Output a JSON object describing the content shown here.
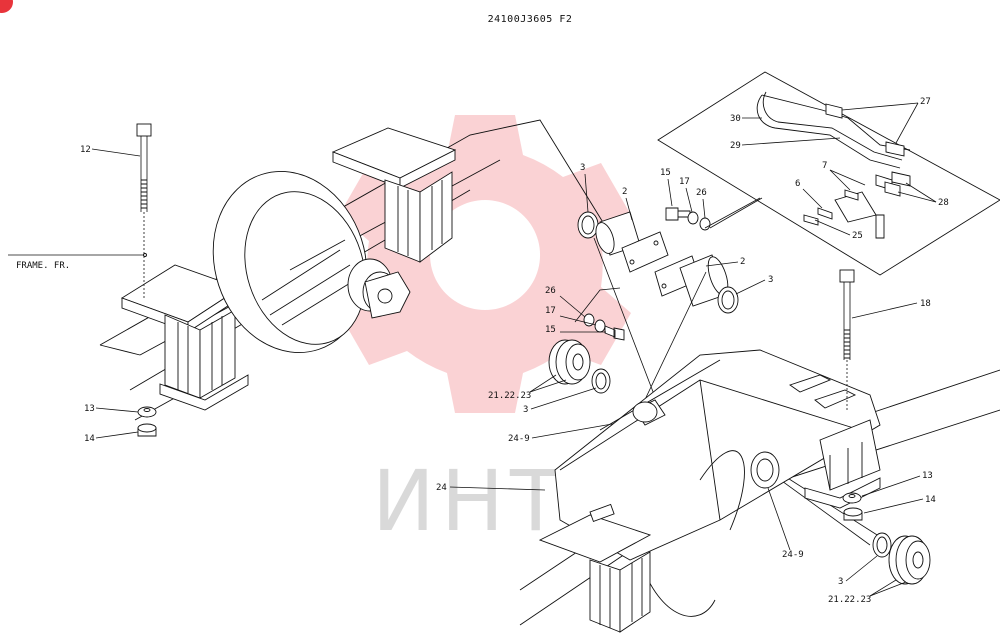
{
  "drawing_number": "24100J3605 F2",
  "watermark_text": "ИНТЕХ",
  "watermark_color": "#e8343b",
  "labels": {
    "frame_fr": "FRAME. FR.",
    "n12": "12",
    "n13_left": "13",
    "n14_left": "14",
    "n3_top": "3",
    "n2_top": "2",
    "n15_top": "15",
    "n17_top": "17",
    "n26_top": "26",
    "n2_mid": "2",
    "n3_mid": "3",
    "n26_mid": "26",
    "n17_mid": "17",
    "n15_mid": "15",
    "n212223_mid": "21.22.23",
    "n3_lower": "3",
    "n24_9_left": "24-9",
    "n24": "24",
    "n24_9_right": "24-9",
    "n30": "30",
    "n29": "29",
    "n27": "27",
    "n7": "7",
    "n6": "6",
    "n28": "28",
    "n25": "25",
    "n18": "18",
    "n13_right": "13",
    "n14_right": "14",
    "n3_right": "3",
    "n212223_right": "21.22.23"
  }
}
